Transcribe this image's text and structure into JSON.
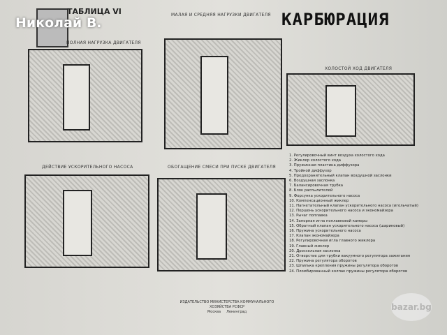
{
  "watermark": "Николай В.",
  "table_label": "ТАБЛИЦА VI",
  "title": "КАРБЮРАЦИЯ",
  "sections": [
    "ПОЛНАЯ НАГРУЗКА ДВИГАТЕЛЯ",
    "МАЛАЯ И СРЕДНЯЯ НАГРУЗКИ ДВИГАТЕЛЯ",
    "ХОЛОСТОЙ ХОД ДВИГАТЕЛЯ",
    "ДЕЙСТВИЕ УСКОРИТЕЛЬНОГО НАСОСА",
    "ОБОГАЩЕНИЕ СМЕСИ ПРИ ПУСКЕ ДВИГАТЕЛЯ"
  ],
  "legend": [
    "1. Регулировочный винт воздуха холостого хода",
    "2. Жиклер холостого хода",
    "3. Пружинная пластина диффузора",
    "4. Тройной диффузор",
    "5. Предохранительный клапан воздушной заслонки",
    "6. Воздушная заслонка",
    "7. Балансировочная трубка",
    "8. Блок распылителей",
    "9. Форсунка ускорительного насоса",
    "10. Компенсационный жиклер",
    "11. Нагнетательный клапан ускорительного насоса (игольчатый)",
    "12. Поршень ускорительного насоса и экономайзера",
    "13. Рычаг поплавка",
    "14. Запорная игла поплавковой камеры",
    "15. Обратный клапан ускорительного насоса (шариковый)",
    "16. Пружина ускорительного насоса",
    "17. Клапан экономайзера",
    "18. Регулировочная игла главного жиклера",
    "19. Главный жиклер",
    "20. Дроссельная заслонка",
    "21. Отверстие для трубки вакуумного регулятора зажигания",
    "22. Пружина регулятора оборотов",
    "23. Шпилька крепления пружины регулятора оборотов",
    "24. Пломбированный колпак пружины регулятора оборотов"
  ],
  "footer": {
    "publisher": "ИЗДАТЕЛЬСТВО МИНИСТЕРСТВА КОММУНАЛЬНОГО ХОЗЯЙСТВА РСФСР",
    "city_left": "Москва",
    "city_right": "Ленинград"
  },
  "logo": "bazar.bg"
}
